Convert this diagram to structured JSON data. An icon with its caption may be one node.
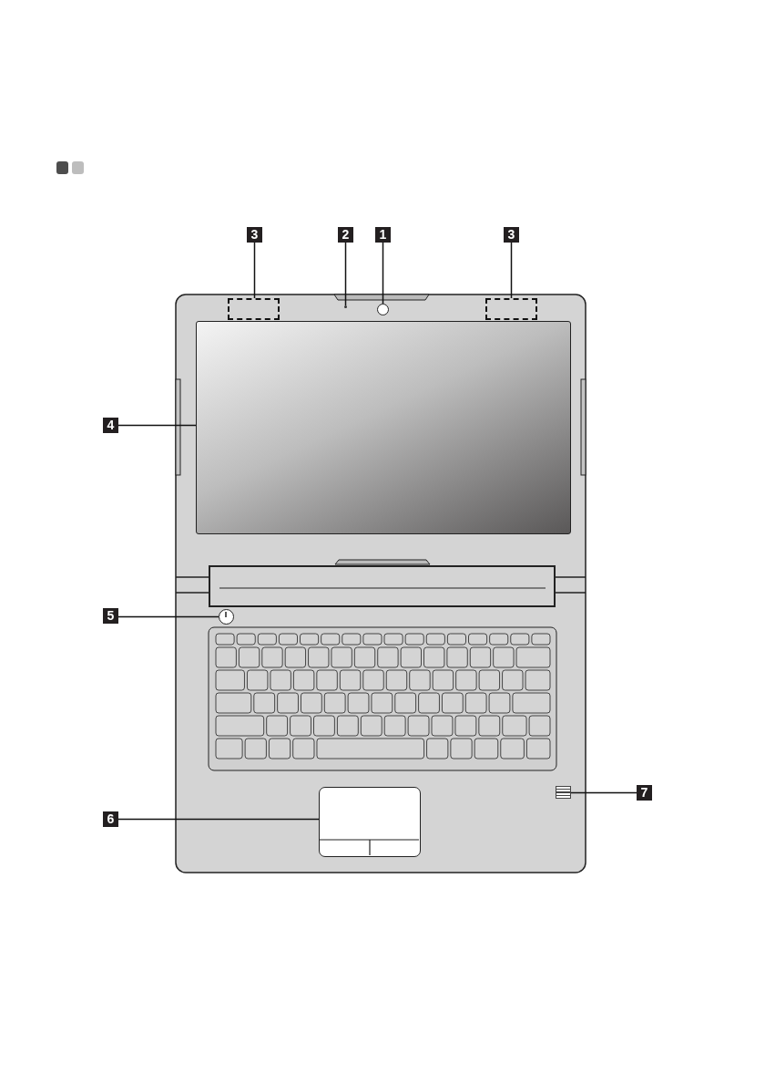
{
  "diagram": {
    "nodes": [
      {
        "text": [
          "3"
        ]
      },
      {
        "text": [
          "2"
        ]
      },
      {
        "text": [
          "1"
        ]
      },
      {
        "text": [
          "3"
        ]
      },
      {
        "text": [
          "4"
        ]
      },
      {
        "text": [
          "5"
        ]
      },
      {
        "text": [
          "7"
        ]
      },
      {
        "text": [
          "6"
        ]
      },
      {
        "text": [],
        "shape": "box"
      },
      {
        "text": [],
        "shape": "circle"
      },
      {
        "text": [],
        "shape": "circle"
      },
      {
        "text": [],
        "shape": "box"
      },
      {
        "text": [],
        "shape": "box"
      },
      {
        "text": [],
        "shape": "circle"
      },
      {
        "text": [],
        "shape": "box"
      },
      {
        "text": [],
        "shape": "box"
      }
    ],
    "edges": [
      {
        "from": 0,
        "to": 8,
        "arrow": "none"
      },
      {
        "from": 1,
        "to": 9,
        "arrow": "none"
      },
      {
        "from": 2,
        "to": 10,
        "arrow": "none"
      },
      {
        "from": 3,
        "to": 11,
        "arrow": "none"
      },
      {
        "from": 4,
        "to": 12,
        "arrow": "none"
      },
      {
        "from": 5,
        "to": 13,
        "arrow": "none"
      },
      {
        "from": 6,
        "to": 15,
        "arrow": "none"
      },
      {
        "from": 7,
        "to": 14,
        "arrow": "none"
      }
    ]
  }
}
